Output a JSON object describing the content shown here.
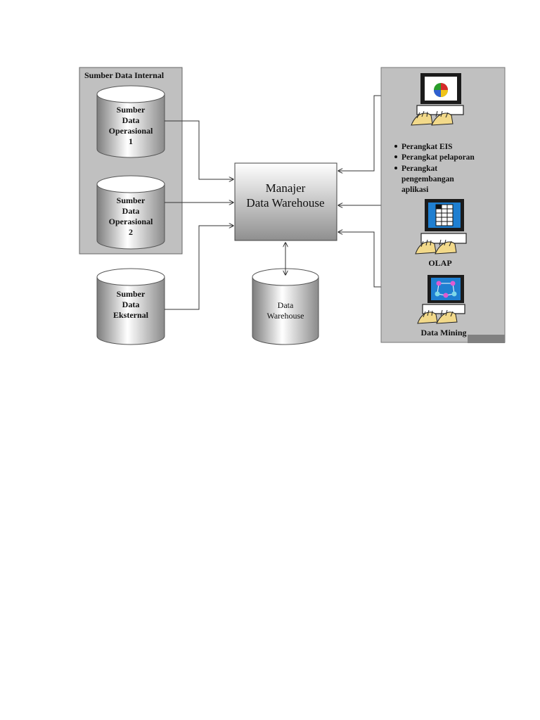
{
  "internal_group_title": "Sumber Data Internal",
  "source1": {
    "line1": "Sumber",
    "line2": "Data",
    "line3": "Operasional",
    "line4": "1"
  },
  "source2": {
    "line1": "Sumber",
    "line2": "Data",
    "line3": "Operasional",
    "line4": "2"
  },
  "external": {
    "line1": "Sumber",
    "line2": "Data",
    "line3": "Eksternal"
  },
  "manager": {
    "line1": "Manajer",
    "line2": "Data Warehouse"
  },
  "warehouse": {
    "line1": "Data",
    "line2": "Warehouse"
  },
  "tools": {
    "items": [
      "Perangkat EIS",
      "Perangkat pelaporan",
      "Perangkat",
      "pengembangan",
      "aplikasi"
    ],
    "olap_label": "OLAP",
    "mining_label": "Data Mining"
  },
  "colors": {
    "panel": "#c0c0c0",
    "cylinder_light": "#ffffff",
    "cylinder_dark": "#8a8a8a",
    "screen_blue": "#1f7fd1",
    "hands_yellow": "#f2d98a"
  },
  "icons": [
    "pie-chart-icon",
    "table-grid-icon",
    "network-nodes-icon",
    "keyboard-hands-icon"
  ]
}
